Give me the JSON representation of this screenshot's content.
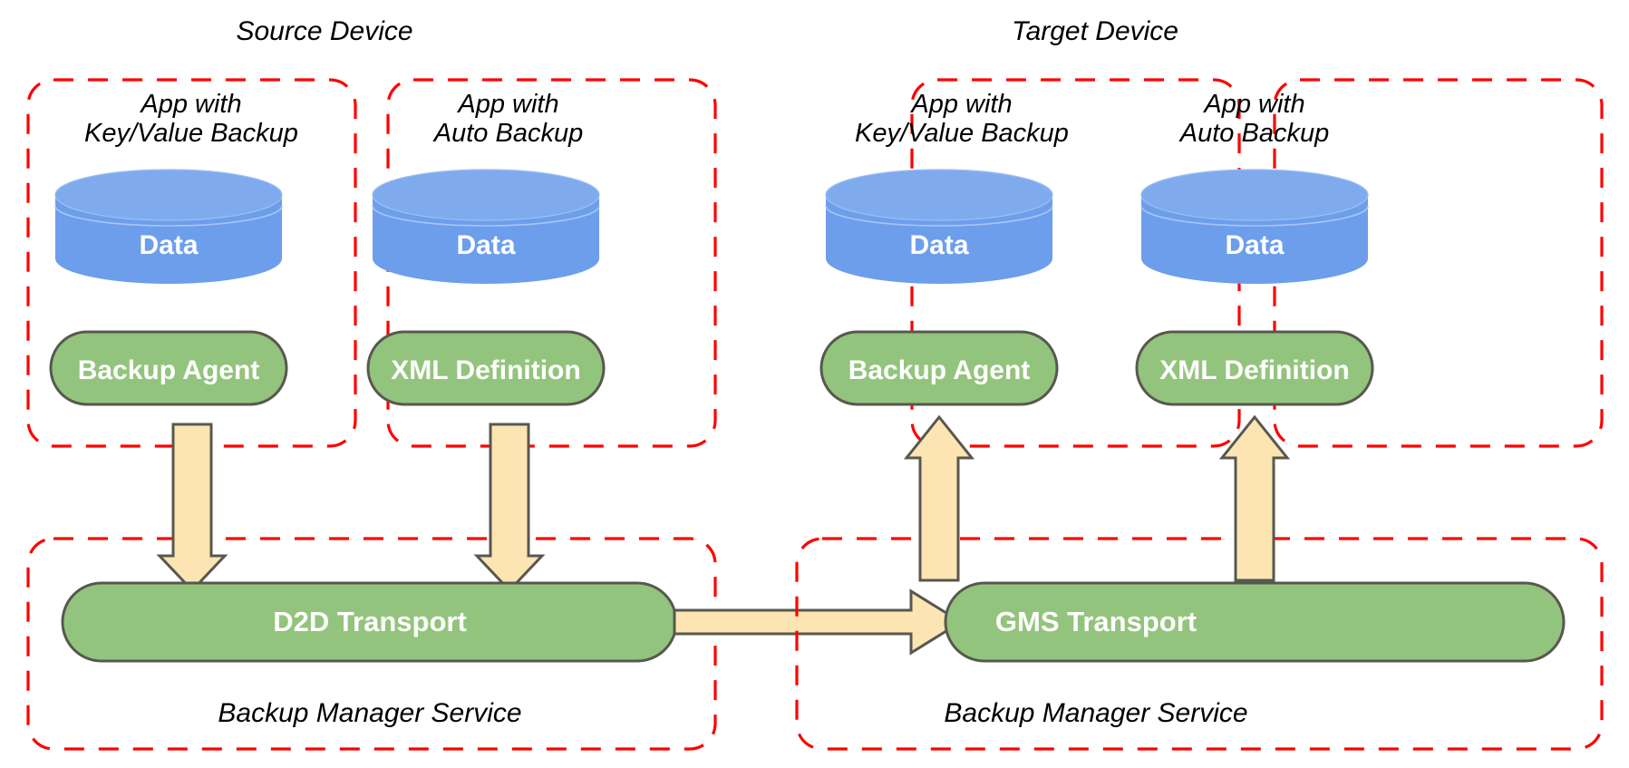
{
  "diagram": {
    "title_source": "Source Device",
    "title_target": "Target Device"
  },
  "source_device": {
    "label": "Source Device",
    "apps": [
      {
        "title_line1": "App with",
        "title_line2": "Key/Value Backup",
        "data_label": "Data",
        "component_label": "Backup Agent"
      },
      {
        "title_line1": "App with",
        "title_line2": "Auto Backup",
        "data_label": "Data",
        "component_label": "XML Definition"
      }
    ],
    "service": {
      "transport_label": "D2D Transport",
      "caption": "Backup Manager Service"
    }
  },
  "target_device": {
    "label": "Target Device",
    "apps": [
      {
        "title_line1": "App with",
        "title_line2": "Key/Value Backup",
        "data_label": "Data",
        "component_label": "Backup Agent"
      },
      {
        "title_line1": "App with",
        "title_line2": "Auto Backup",
        "data_label": "Data",
        "component_label": "XML Definition"
      }
    ],
    "service": {
      "transport_label": "GMS Transport",
      "caption": "Backup Manager Service"
    }
  },
  "colors": {
    "dashed_border": "#ff0000",
    "cylinder_fill": "#6d9eeb",
    "pill_fill": "#93c47d",
    "pill_stroke": "#57584f",
    "arrow_fill": "#fce5b2",
    "arrow_stroke": "#57584f",
    "text_on_shape": "#ffffff",
    "background": "#ffffff"
  }
}
